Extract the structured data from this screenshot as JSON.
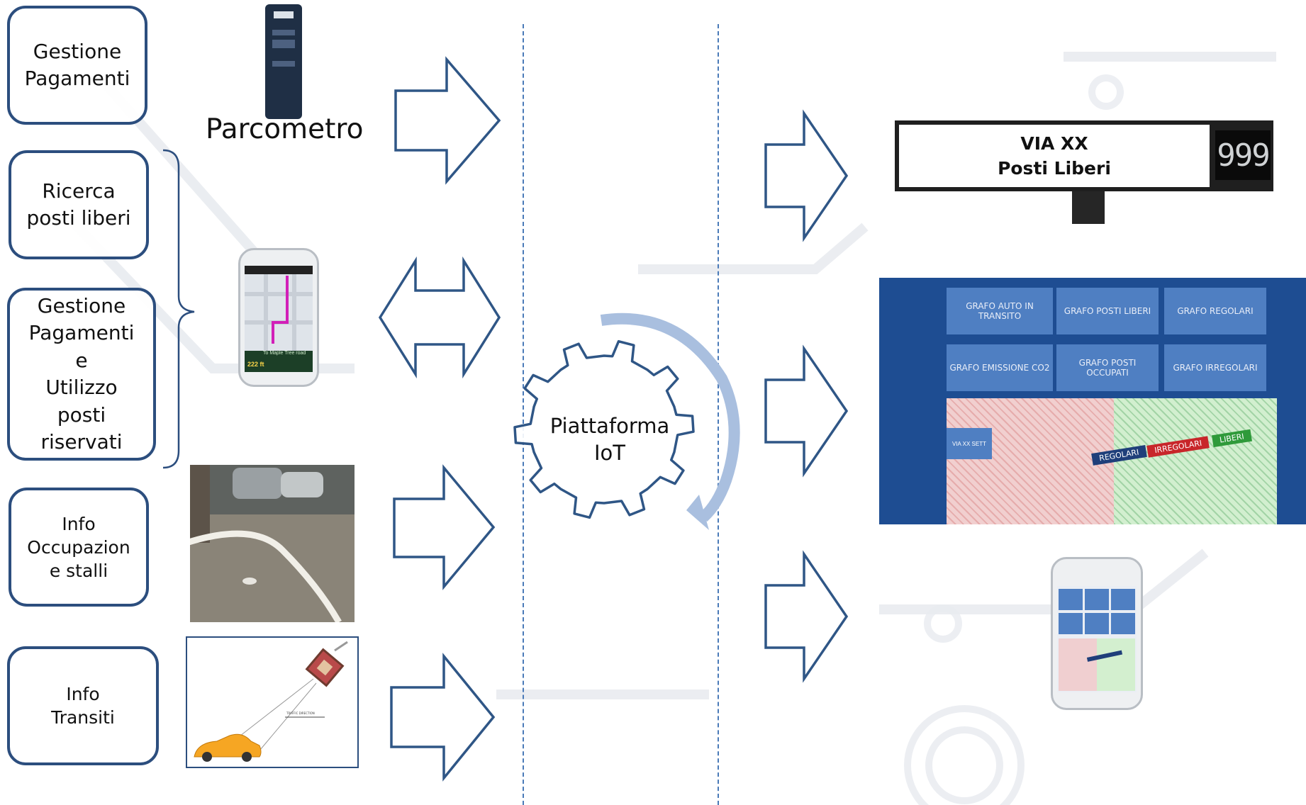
{
  "colors": {
    "accent": "#2c4e7e",
    "dashed_line": "#4a7ab8",
    "cycle_arrow": "#a9bfdf",
    "dashboard_bg": "#1e4d92"
  },
  "left_boxes": [
    {
      "label": "Gestione\nPagamenti"
    },
    {
      "label": "Ricerca\nposti liberi"
    },
    {
      "label": "Gestione\nPagamenti\ne\nUtilizzo\nposti\nriservati"
    },
    {
      "label": "Info\nOccupazion\ne stalli"
    },
    {
      "label": "Info\nTransiti"
    }
  ],
  "devices": {
    "parking_meter_label": "Parcometro",
    "phone_nav_street": "To Maple Tree road",
    "phone_nav_distance": "222 ft"
  },
  "center": {
    "label": "Piattaforma\nIoT"
  },
  "outputs": {
    "sign_line1": "VIA XX",
    "sign_line2": "Posti Liberi",
    "sign_count": "999",
    "dashboard_tiles": [
      "GRAFO AUTO IN TRANSITO",
      "GRAFO POSTI LIBERI",
      "GRAFO REGOLARI",
      "GRAFO EMISSIONE CO2",
      "GRAFO POSTI OCCUPATI",
      "GRAFO IRREGOLARI"
    ],
    "map_labels": {
      "street": "VIA XX SETT",
      "regular": "REGOLARI",
      "irregular": "IRREGOLARI",
      "free": "LIBERI"
    }
  },
  "transit_sketch_label": "TRAFFIC DIRECTION"
}
